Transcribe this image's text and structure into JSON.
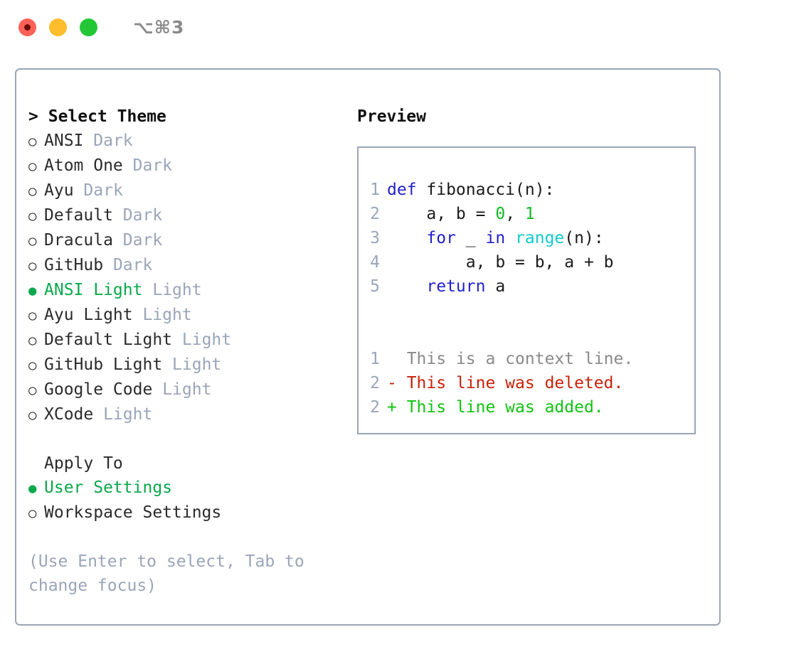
{
  "titlebar": {
    "dots": [
      {
        "name": "close-button",
        "color": "#ff6158"
      },
      {
        "name": "minimize-button",
        "color": "#ffbd2e"
      },
      {
        "name": "maximize-button",
        "color": "#23c736"
      }
    ],
    "shortcut": "⌥⌘3"
  },
  "theme_picker": {
    "caret": ">",
    "title": "Select Theme",
    "selected_index": 6,
    "bullet_selected": "●",
    "bullet_unselected": "○",
    "items": [
      {
        "name": "ANSI",
        "tag": "Dark",
        "selected": false
      },
      {
        "name": "Atom One",
        "tag": "Dark",
        "selected": false
      },
      {
        "name": "Ayu",
        "tag": "Dark",
        "selected": false
      },
      {
        "name": "Default",
        "tag": "Dark",
        "selected": false
      },
      {
        "name": "Dracula",
        "tag": "Dark",
        "selected": false
      },
      {
        "name": "GitHub",
        "tag": "Dark",
        "selected": false
      },
      {
        "name": "ANSI Light",
        "tag": "Light",
        "selected": true
      },
      {
        "name": "Ayu Light",
        "tag": "Light",
        "selected": false
      },
      {
        "name": "Default Light",
        "tag": "Light",
        "selected": false
      },
      {
        "name": "GitHub Light",
        "tag": "Light",
        "selected": false
      },
      {
        "name": "Google Code",
        "tag": "Light",
        "selected": false
      },
      {
        "name": "XCode",
        "tag": "Light",
        "selected": false
      }
    ]
  },
  "apply_to": {
    "label": "Apply To",
    "items": [
      {
        "name": "User Settings",
        "selected": true
      },
      {
        "name": "Workspace Settings",
        "selected": false
      }
    ]
  },
  "hint": "(Use Enter to select, Tab to change focus)",
  "preview": {
    "title": "Preview",
    "code_lines": [
      {
        "num": "1",
        "tokens": [
          {
            "t": "def ",
            "c": "kw"
          },
          {
            "t": "fibonacci(n):",
            "c": "plain"
          }
        ]
      },
      {
        "num": "2",
        "tokens": [
          {
            "t": "    a, b = ",
            "c": "plain"
          },
          {
            "t": "0",
            "c": "num"
          },
          {
            "t": ", ",
            "c": "plain"
          },
          {
            "t": "1",
            "c": "num"
          }
        ]
      },
      {
        "num": "3",
        "tokens": [
          {
            "t": "    ",
            "c": "plain"
          },
          {
            "t": "for",
            "c": "kw"
          },
          {
            "t": " _ ",
            "c": "plain"
          },
          {
            "t": "in",
            "c": "kw"
          },
          {
            "t": " ",
            "c": "plain"
          },
          {
            "t": "range",
            "c": "fn"
          },
          {
            "t": "(n):",
            "c": "plain"
          }
        ]
      },
      {
        "num": "4",
        "tokens": [
          {
            "t": "        a, b = b, a + b",
            "c": "plain"
          }
        ]
      },
      {
        "num": "5",
        "tokens": [
          {
            "t": "    ",
            "c": "plain"
          },
          {
            "t": "return",
            "c": "kw"
          },
          {
            "t": " a",
            "c": "plain"
          }
        ]
      }
    ],
    "diff_lines": [
      {
        "num": "1",
        "marker": "  ",
        "text": "This is a context line.",
        "kind": "ctx"
      },
      {
        "num": "2",
        "marker": "- ",
        "text": "This line was deleted.",
        "kind": "del"
      },
      {
        "num": "2",
        "marker": "+ ",
        "text": "This line was added.",
        "kind": "add"
      }
    ]
  },
  "colors": {
    "accent_green": "#09a84a",
    "muted": "#9aa5b8",
    "border": "#9aa5b4",
    "keyword_blue": "#2222cc",
    "function_cyan": "#11cccc",
    "number_green": "#11bb22",
    "diff_add_green": "#10c411",
    "diff_del_red": "#c9220b"
  }
}
